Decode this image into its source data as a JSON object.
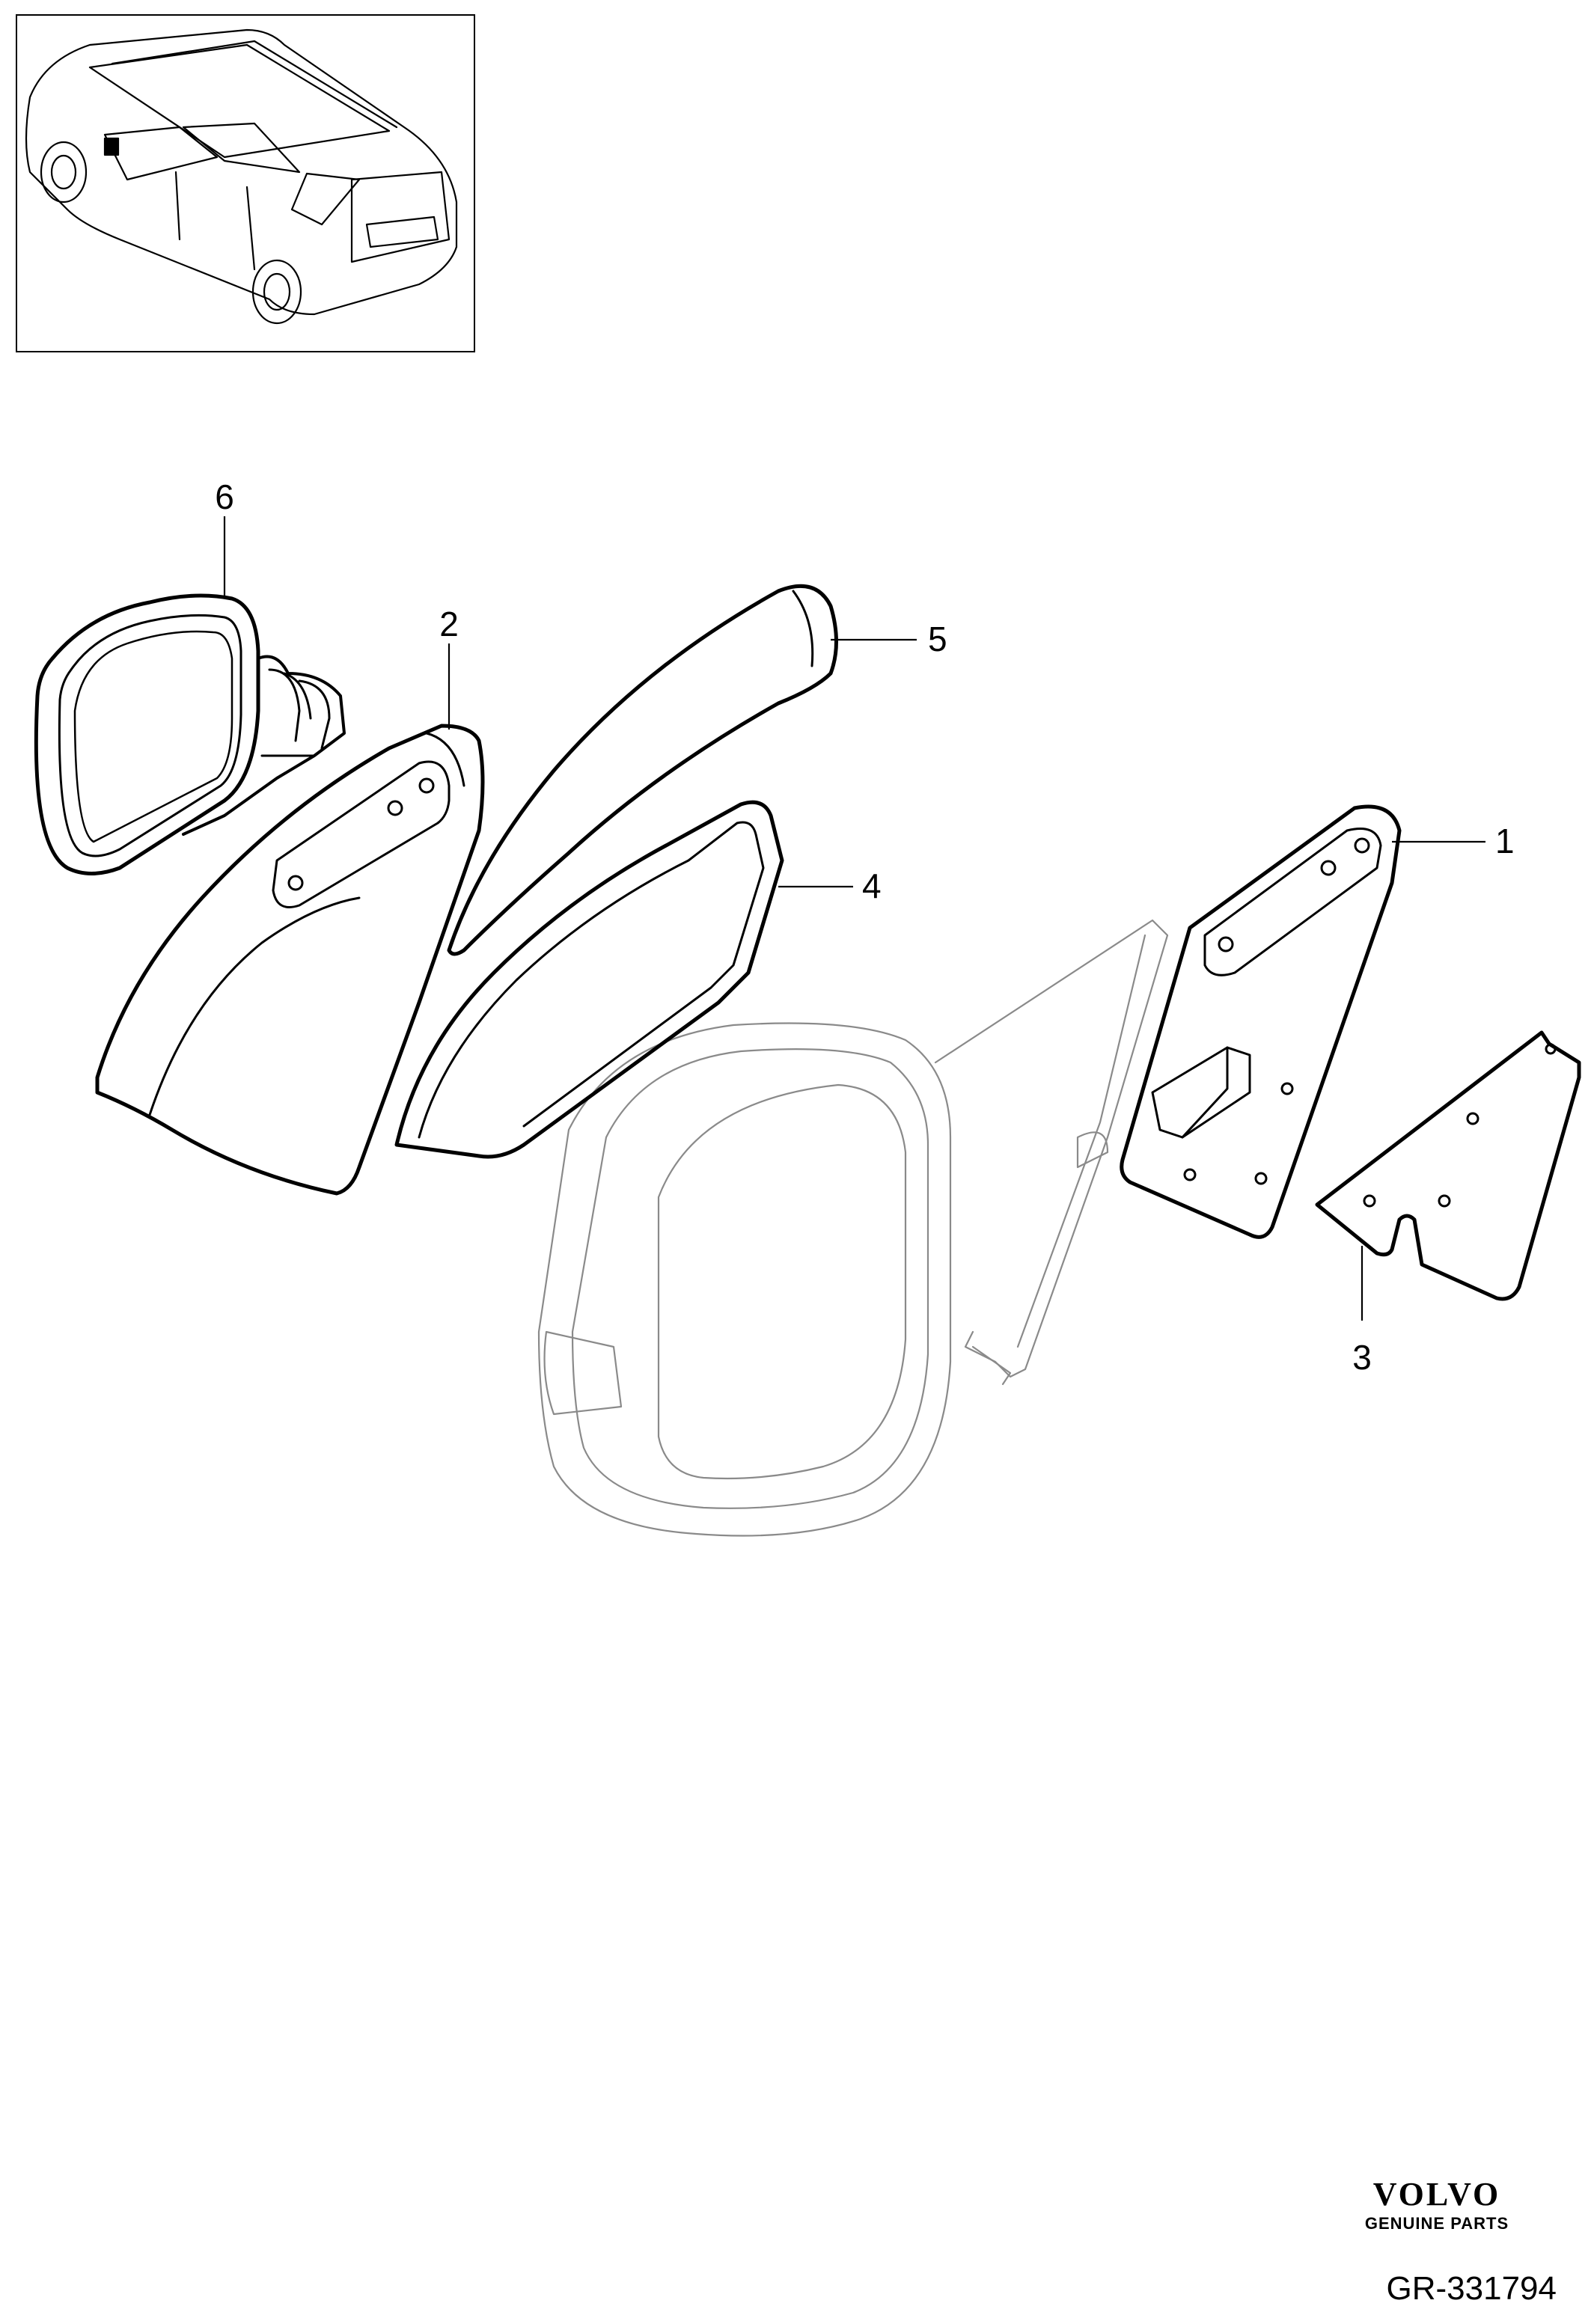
{
  "callouts": {
    "part_1": "1",
    "part_2": "2",
    "part_3": "3",
    "part_4": "4",
    "part_5": "5",
    "part_6": "6"
  },
  "brand": {
    "name": "VOLVO",
    "tagline": "GENUINE PARTS"
  },
  "reference": "GR-331794",
  "colors": {
    "line": "#000000",
    "faint_line": "#8a8a8a",
    "background": "#ffffff"
  }
}
